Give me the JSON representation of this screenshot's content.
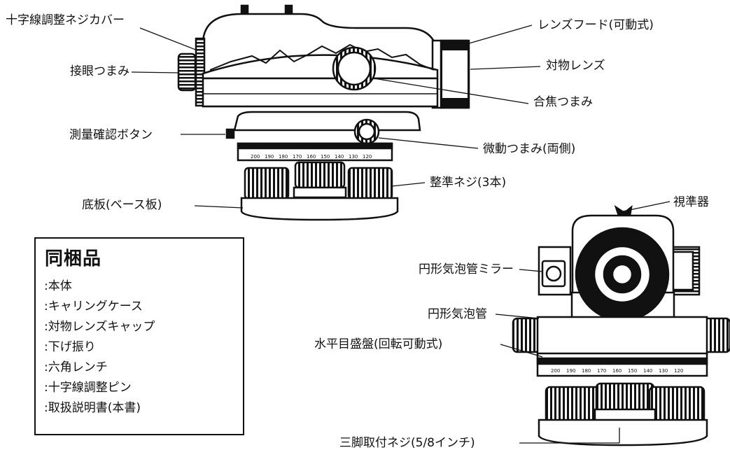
{
  "labels": {
    "reticle_cover": "十字線調整ネジカバー",
    "eyepiece_knob": "接眼つまみ",
    "survey_button": "測量確認ボタン",
    "base_plate": "底板(ベース板)",
    "lens_hood": "レンズフード(可動式)",
    "objective_lens": "対物レンズ",
    "focus_knob": "合焦つまみ",
    "fine_knob": "微動つまみ(両側)",
    "leveling_screw": "整準ネジ(3本)",
    "sight": "視準器",
    "vial_mirror": "円形気泡管ミラー",
    "circular_vial": "円形気泡管",
    "horizontal_circle": "水平目盛盤(回転可動式)",
    "tripod_screw": "三脚取付ネジ(5/8インチ)"
  },
  "scale_numbers_front": [
    "200",
    "190",
    "180",
    "170",
    "160",
    "150",
    "140",
    "130",
    "120"
  ],
  "scale_numbers_side": [
    "200",
    "190",
    "180",
    "170",
    "160",
    "150",
    "140",
    "130",
    "120"
  ],
  "contents": {
    "title": "同梱品",
    "items": [
      ":本体",
      ":キャリングケース",
      ":対物レンズキャップ",
      ":下げ振り",
      ":六角レンチ",
      ":十字線調整ピン",
      ":取扱説明書(本書)"
    ]
  }
}
